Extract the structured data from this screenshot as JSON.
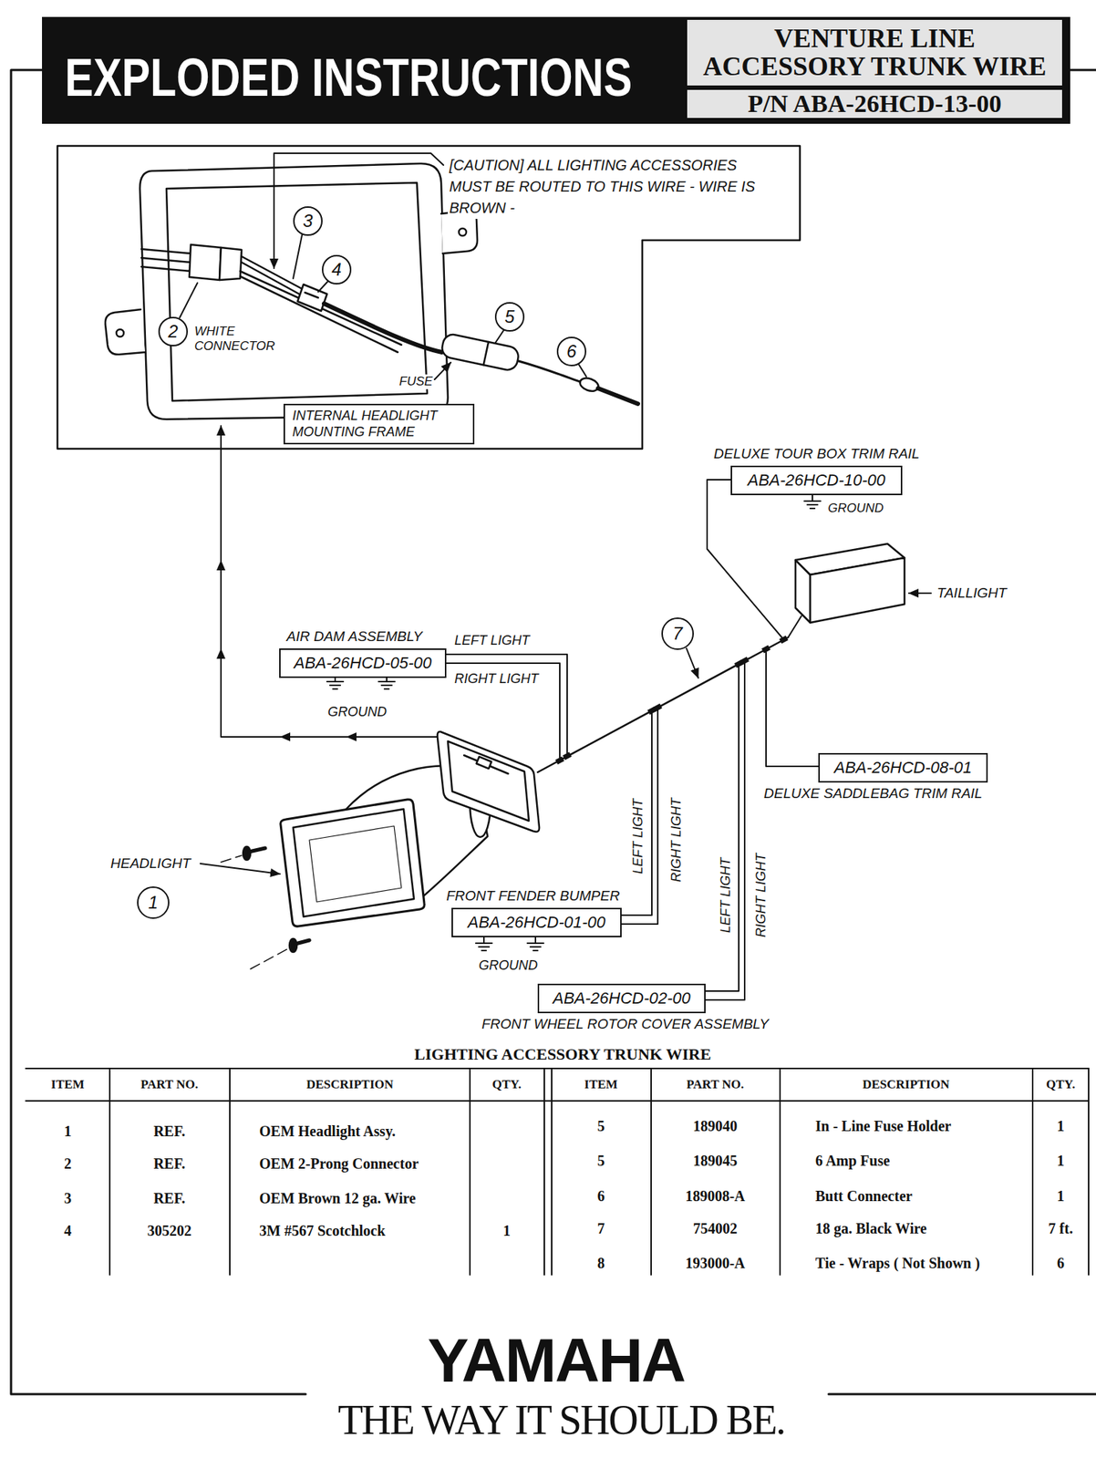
{
  "diagram": {
    "title": "EXPLODED INSTRUCTIONS",
    "nodes": [
      {
        "text": [
          "VENTURE LINE ACCESSORY TRUNK WIRE"
        ]
      },
      {
        "text": [
          "P/N ABA-26HCD-13-00"
        ]
      },
      {
        "text": [
          "3"
        ]
      },
      {
        "text": [
          "4"
        ]
      },
      {
        "text": [
          "5"
        ]
      },
      {
        "text": [
          "2"
        ]
      },
      {
        "text": [
          "6"
        ]
      },
      {
        "text": [
          "INTERNAL HEADLIGHT MOUNTING FRAME"
        ]
      },
      {
        "text": [
          "DELUXE TOUR BOX TRIM RAIL",
          "ABA-26HCD-10-00"
        ]
      },
      {
        "text": [
          "7"
        ]
      },
      {
        "text": [
          "AIR DAM ASSEMBLY",
          "ABA-26HCD-05-00"
        ]
      },
      {
        "text": [
          "ABA-26HCD-08-01",
          "DELUXE SADDLEBAG TRIM RAIL"
        ]
      },
      {
        "text": [
          "1"
        ]
      },
      {
        "text": [
          "FRONT FENDER BUMPER",
          "ABA-26HCD-01-00"
        ]
      },
      {
        "text": [
          "ABA-26HCD-02-00",
          "FRONT WHEEL ROTOR COVER ASSEMBLY"
        ]
      }
    ],
    "labels": [
      "[CAUTION] ALL LIGHTING ACCESSORIES MUST BE ROUTED TO THIS WIRE - WIRE IS BROWN -",
      "WHITE CONNECTOR",
      "FUSE",
      "GROUND",
      "TAILLIGHT",
      "LEFT LIGHT",
      "RIGHT LIGHT",
      "GROUND",
      "LEFT LIGHT",
      "RIGHT LIGHT",
      "LEFT LIGHT",
      "RIGHT LIGHT",
      "HEADLIGHT",
      "GROUND",
      "LIGHTING ACCESSORY TRUNK WIRE",
      "ITEM",
      "PART NO.",
      "DESCRIPTION",
      "QTY.",
      "ITEM",
      "PART NO.",
      "DESCRIPTION",
      "QTY.",
      "1",
      "REF.",
      "OEM Headlight Assy.",
      "2",
      "REF.",
      "OEM 2-Prong Connector",
      "3",
      "REF.",
      "OEM Brown 12 ga. Wire",
      "4",
      "305202",
      "3M #567 Scotchlock",
      "1",
      "5",
      "189040",
      "In - Line Fuse Holder",
      "1",
      "5",
      "189045",
      "6 Amp Fuse",
      "1",
      "6",
      "189008-A",
      "Butt Connecter",
      "1",
      "7",
      "754002",
      "18 ga. Black Wire",
      "7 ft.",
      "8",
      "193000-A",
      "Tie - Wraps ( Not Shown )",
      "6",
      "YAMAHA",
      "THE WAY IT SHOULD BE."
    ]
  }
}
